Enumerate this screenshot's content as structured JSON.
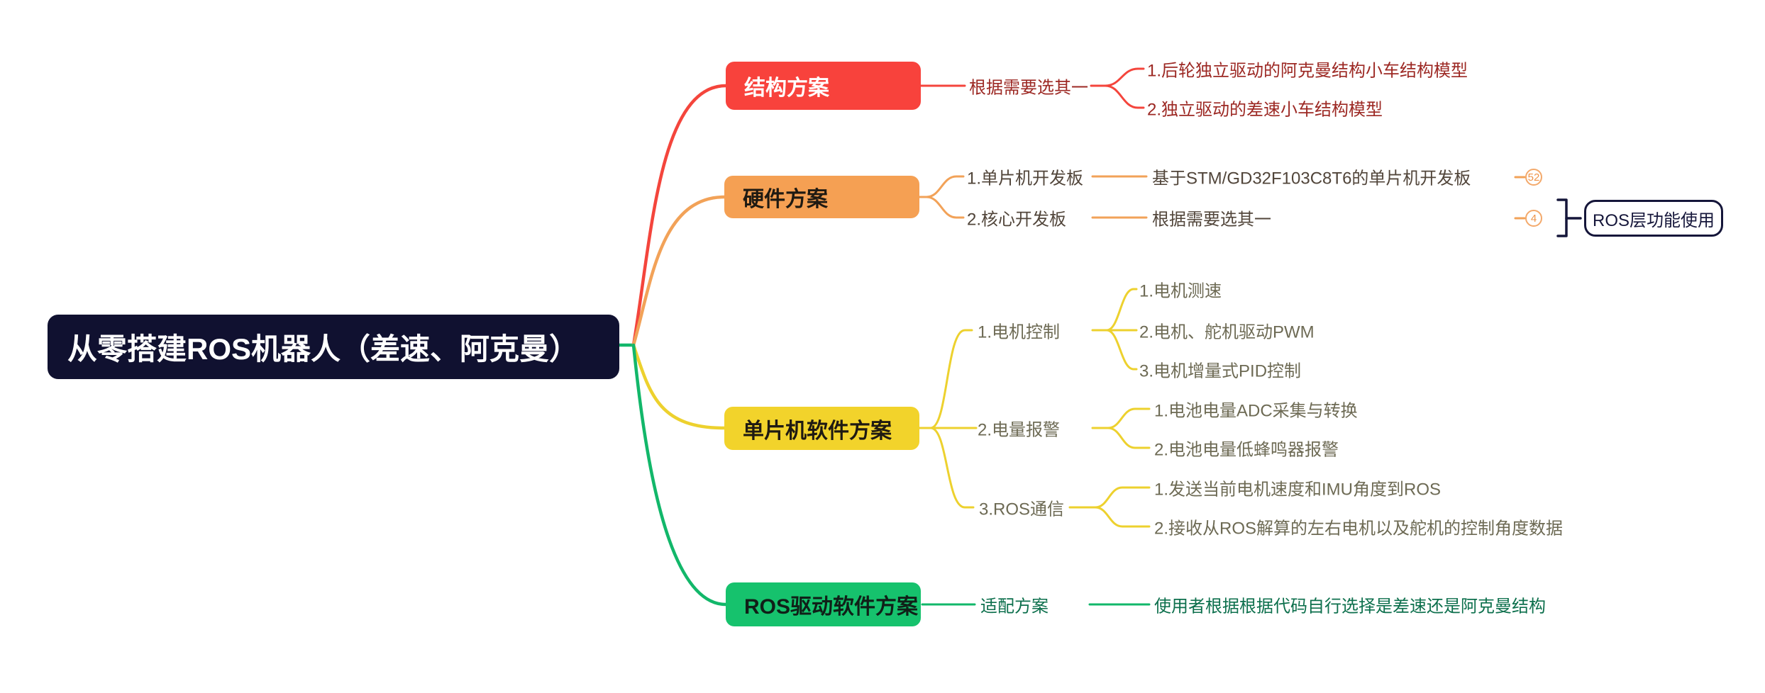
{
  "root": {
    "label": "从零搭建ROS机器人（差速、阿克曼）"
  },
  "b1": {
    "title": "结构方案",
    "sub": "根据需要选其一",
    "leaf1": "1.后轮独立驱动的阿克曼结构小车结构模型",
    "leaf2": "2.独立驱动的差速小车结构模型"
  },
  "b2": {
    "title": "硬件方案",
    "sub1": "1.单片机开发板",
    "sub2": "2.核心开发板",
    "leaf1": "基于STM/GD32F103C8T6的单片机开发板",
    "leaf2": "根据需要选其一",
    "badge1": "52",
    "badge2": "4",
    "callout": "ROS层功能使用"
  },
  "b3": {
    "title": "单片机软件方案",
    "sub1": "1.电机控制",
    "sub2": "2.电量报警",
    "sub3": "3.ROS通信",
    "sub1_leaves": [
      "1.电机测速",
      "2.电机、舵机驱动PWM",
      "3.电机增量式PID控制"
    ],
    "sub2_leaves": [
      "1.电池电量ADC采集与转换",
      "2.电池电量低蜂鸣器报警"
    ],
    "sub3_leaves": [
      "1.发送当前电机速度和IMU角度到ROS",
      "2.接收从ROS解算的左右电机以及舵机的控制角度数据"
    ]
  },
  "b4": {
    "title": "ROS驱动软件方案",
    "sub": "适配方案",
    "leaf": "使用者根据根据代码自行选择是差速还是阿克曼结构"
  },
  "colors": {
    "red_line": "#f4453c",
    "red_node": "#f8423c",
    "red_text": "#9c2823",
    "orange_line": "#f2a258",
    "orange_node": "#f5a053",
    "orange_text": "#51453a",
    "yellow_line": "#edd12e",
    "yellow_node": "#f2d32b",
    "yellow_text": "#6d6a54",
    "green_line": "#12b76a",
    "green_node": "#16c26d",
    "green_text": "#0c6f4c",
    "root_node": "#101130",
    "navy_outline": "#15163a",
    "badge": "#ee9348"
  }
}
